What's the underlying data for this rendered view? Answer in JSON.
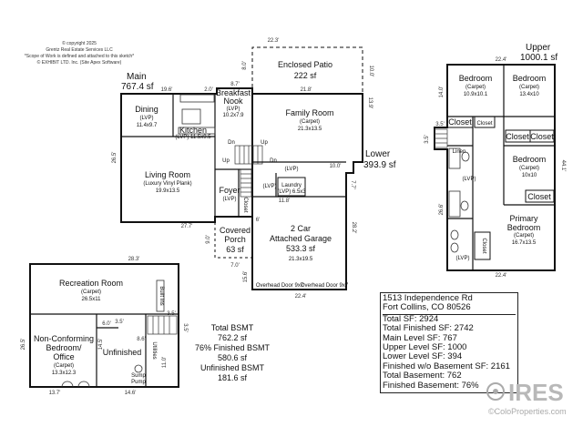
{
  "copyright": {
    "line1": "© copyright 2025",
    "line2": "Grentz Real Estate Services LLC",
    "line3": "*Scope of Work is defined and attached to this sketch*",
    "line4": "© EXHIBIT LTD. Inc. (Site Apex Software)"
  },
  "levels": {
    "main": {
      "name": "Main",
      "sf": "767.4 sf"
    },
    "upper": {
      "name": "Upper",
      "sf": "1000.1 sf"
    },
    "lower": {
      "name": "Lower",
      "sf": "393.9 sf"
    }
  },
  "rooms": {
    "dining": {
      "name": "Dining",
      "floor": "(LVP)",
      "size": "11.4x9.7"
    },
    "breakfast": {
      "name1": "Breakfast",
      "name2": "Nook",
      "floor": "(LVP)",
      "size": "10.2x7.9"
    },
    "kitchen": {
      "name": "Kitchen",
      "floor": "(LVP)",
      "size": "11.5x9.5"
    },
    "living": {
      "name": "Living Room",
      "floor": "(Luxury Vinyl Plank)",
      "size": "19.9x13.5"
    },
    "foyer": {
      "name": "Foyer",
      "floor": "(LVP)"
    },
    "porch": {
      "name1": "Covered",
      "name2": "Porch",
      "sf": "63 sf"
    },
    "patio": {
      "name": "Enclosed Patio",
      "sf": "222 sf"
    },
    "family": {
      "name": "Family Room",
      "floor": "(Carpet)",
      "size": "21.3x13.5"
    },
    "laundry": {
      "name": "Laundry",
      "detail": "(LVP) 6.5x3"
    },
    "garage": {
      "name1": "2 Car",
      "name2": "Attached Garage",
      "sf": "533.3 sf",
      "size": "21.3x19.5"
    },
    "bed1": {
      "name": "Bedroom",
      "floor": "(Carpet)",
      "size": "10.9x10.1"
    },
    "bed2": {
      "name": "Bedroom",
      "floor": "(Carpet)",
      "size": "13.4x10"
    },
    "bed3": {
      "name": "Bedroom",
      "floor": "(Carpet)",
      "size": "10x10"
    },
    "primary": {
      "name1": "Primary",
      "name2": "Bedroom",
      "floor": "(Carpet)",
      "size": "16.7x13.5"
    },
    "rec": {
      "name": "Recreation Room",
      "floor": "(Carpet)",
      "size": "26.5x11"
    },
    "ncbed": {
      "name1": "Non-Conforming",
      "name2": "Bedroom/",
      "name3": "Office",
      "floor": "(Carpet)",
      "size": "13.3x12.3"
    },
    "unfinished": {
      "name": "Unfinished"
    },
    "sump": {
      "name1": "Sump",
      "name2": "Pump"
    },
    "utilities": {
      "name": "Utilities"
    },
    "builtins": {
      "name": "Built Ins"
    }
  },
  "small_labels": {
    "closet": "Closet",
    "linen": "Linen",
    "lvp": "(LVP)",
    "up": "Up",
    "dn": "Dn",
    "overhead1": "Overhead Door 9x7",
    "overhead2": "Overhead Door 9x7"
  },
  "dimensions": {
    "patio_top": "22.3'",
    "patio_right": "10.0'",
    "patio_left": "8.0'",
    "patio_bottom": "21.8'",
    "main_left": "26.5'",
    "main_top": "19.6'",
    "main_small": "2.0'",
    "main_small2": "8.7'",
    "main_bottom": "27.7'",
    "porch_w": "7.0'",
    "porch_left": "9.0'",
    "foyer_small": "6'",
    "lower_small": "10.0'",
    "lower_small2": "7.7'",
    "garage_right": "28.2'",
    "garage_left": "15.6'",
    "garage_bottom": "22.4'",
    "laundry_w": "11.8'",
    "fam_right": "13.9'",
    "upper_top": "22.4'",
    "upper_left": "14.0'",
    "upper_left2": "26.6'",
    "upper_right": "44.1'",
    "upper_bottom": "22.4'",
    "upper_35a": "3.5'",
    "upper_35b": "3.5'",
    "bsmt_top": "28.3'",
    "bsmt_left": "26.5'",
    "bsmt_bottom1": "13.7'",
    "bsmt_bottom2": "14.6'",
    "bsmt_6": "6.0'",
    "bsmt_35": "3.5'",
    "bsmt_145": "14.5'",
    "bsmt_86": "8.6'",
    "bsmt_110": "11.0'",
    "bsmt_35b": "3.5'",
    "bsmt_35c": "3.5'"
  },
  "basement_summary": {
    "l1": "Total BSMT",
    "l2": "762.2 sf",
    "l3": "76% Finished BSMT",
    "l4": "580.6 sf",
    "l5": "Unfinished BSMT",
    "l6": "181.6 sf"
  },
  "stats": {
    "address1": "1513 Independence Rd",
    "address2": "Fort Collins, CO 80526",
    "total_sf": "Total SF: 2924",
    "total_finished": "Total Finished SF: 2742",
    "main_level": "Main Level SF: 767",
    "upper_level": "Upper Level SF: 1000",
    "lower_level": "Lower Level SF: 394",
    "finished_wo_bsmt": "Finished w/o Basement SF: 2161",
    "total_basement": "Total Basement: 762",
    "finished_basement": "Finished Basement: 76%"
  },
  "logo": {
    "brand": "IRES",
    "url": "©ColoProperties.com"
  }
}
